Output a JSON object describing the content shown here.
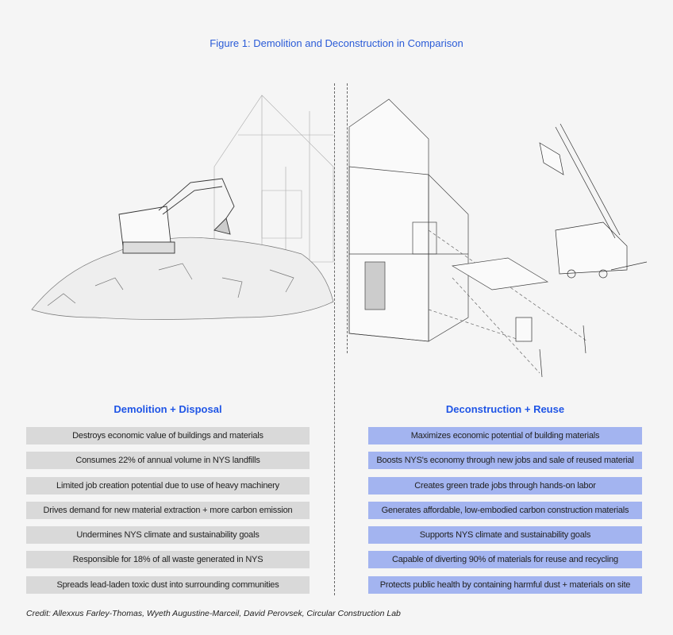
{
  "title": "Figure 1: Demolition and Deconstruction in Comparison",
  "left": {
    "heading": "Demolition + Disposal",
    "items": [
      "Destroys economic value of buildings and materials",
      "Consumes 22% of annual volume in NYS landfills",
      "Limited job creation potential due to use of heavy machinery",
      "Drives demand for new material extraction + more carbon emission",
      "Undermines NYS climate and sustainability goals",
      "Responsible for 18% of all waste generated in NYS",
      "Spreads lead-laden toxic dust into surrounding communities"
    ]
  },
  "right": {
    "heading": "Deconstruction + Reuse",
    "items": [
      "Maximizes economic potential of building materials",
      "Boosts NYS's economy through new jobs and sale of reused material",
      "Creates green trade jobs through hands-on labor",
      "Generates affordable, low-embodied carbon construction materials",
      "Supports NYS climate and sustainability goals",
      "Capable of diverting 90% of materials for reuse and recycling",
      "Protects public health by containing harmful dust + materials on site"
    ]
  },
  "credit": "Credit: Allexxus Farley-Thomas, Wyeth Augustine-Marceil, David Perovsek, Circular Construction Lab",
  "colors": {
    "accent": "#1f55e6",
    "left_box": "#d9d9d9",
    "right_box": "#a3b4f0"
  }
}
